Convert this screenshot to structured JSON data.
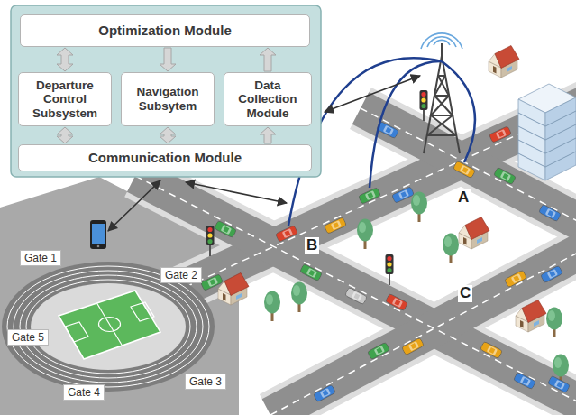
{
  "diagram": {
    "nodes": [
      {
        "text": [
          "Optimization Module"
        ]
      },
      {
        "text": [
          "Departure Control Subsystem"
        ]
      },
      {
        "text": [
          "Navigation Subsytem"
        ]
      },
      {
        "text": [
          "Data Collection Module"
        ]
      },
      {
        "text": [
          "Communication Module"
        ]
      }
    ],
    "edges": [
      {
        "from": 1,
        "to": 0,
        "arrow": "both"
      },
      {
        "from": 0,
        "to": 2,
        "arrow": "to"
      },
      {
        "from": 3,
        "to": 0,
        "arrow": "to"
      },
      {
        "from": 1,
        "to": 4,
        "arrow": "both"
      },
      {
        "from": 2,
        "to": 4,
        "arrow": "both"
      },
      {
        "from": 4,
        "to": 3,
        "arrow": "to"
      }
    ],
    "labels": [
      "Gate 1",
      "Gate 2",
      "Gate 5",
      "Gate 4",
      "Gate 3",
      "A",
      "B",
      "C"
    ]
  }
}
